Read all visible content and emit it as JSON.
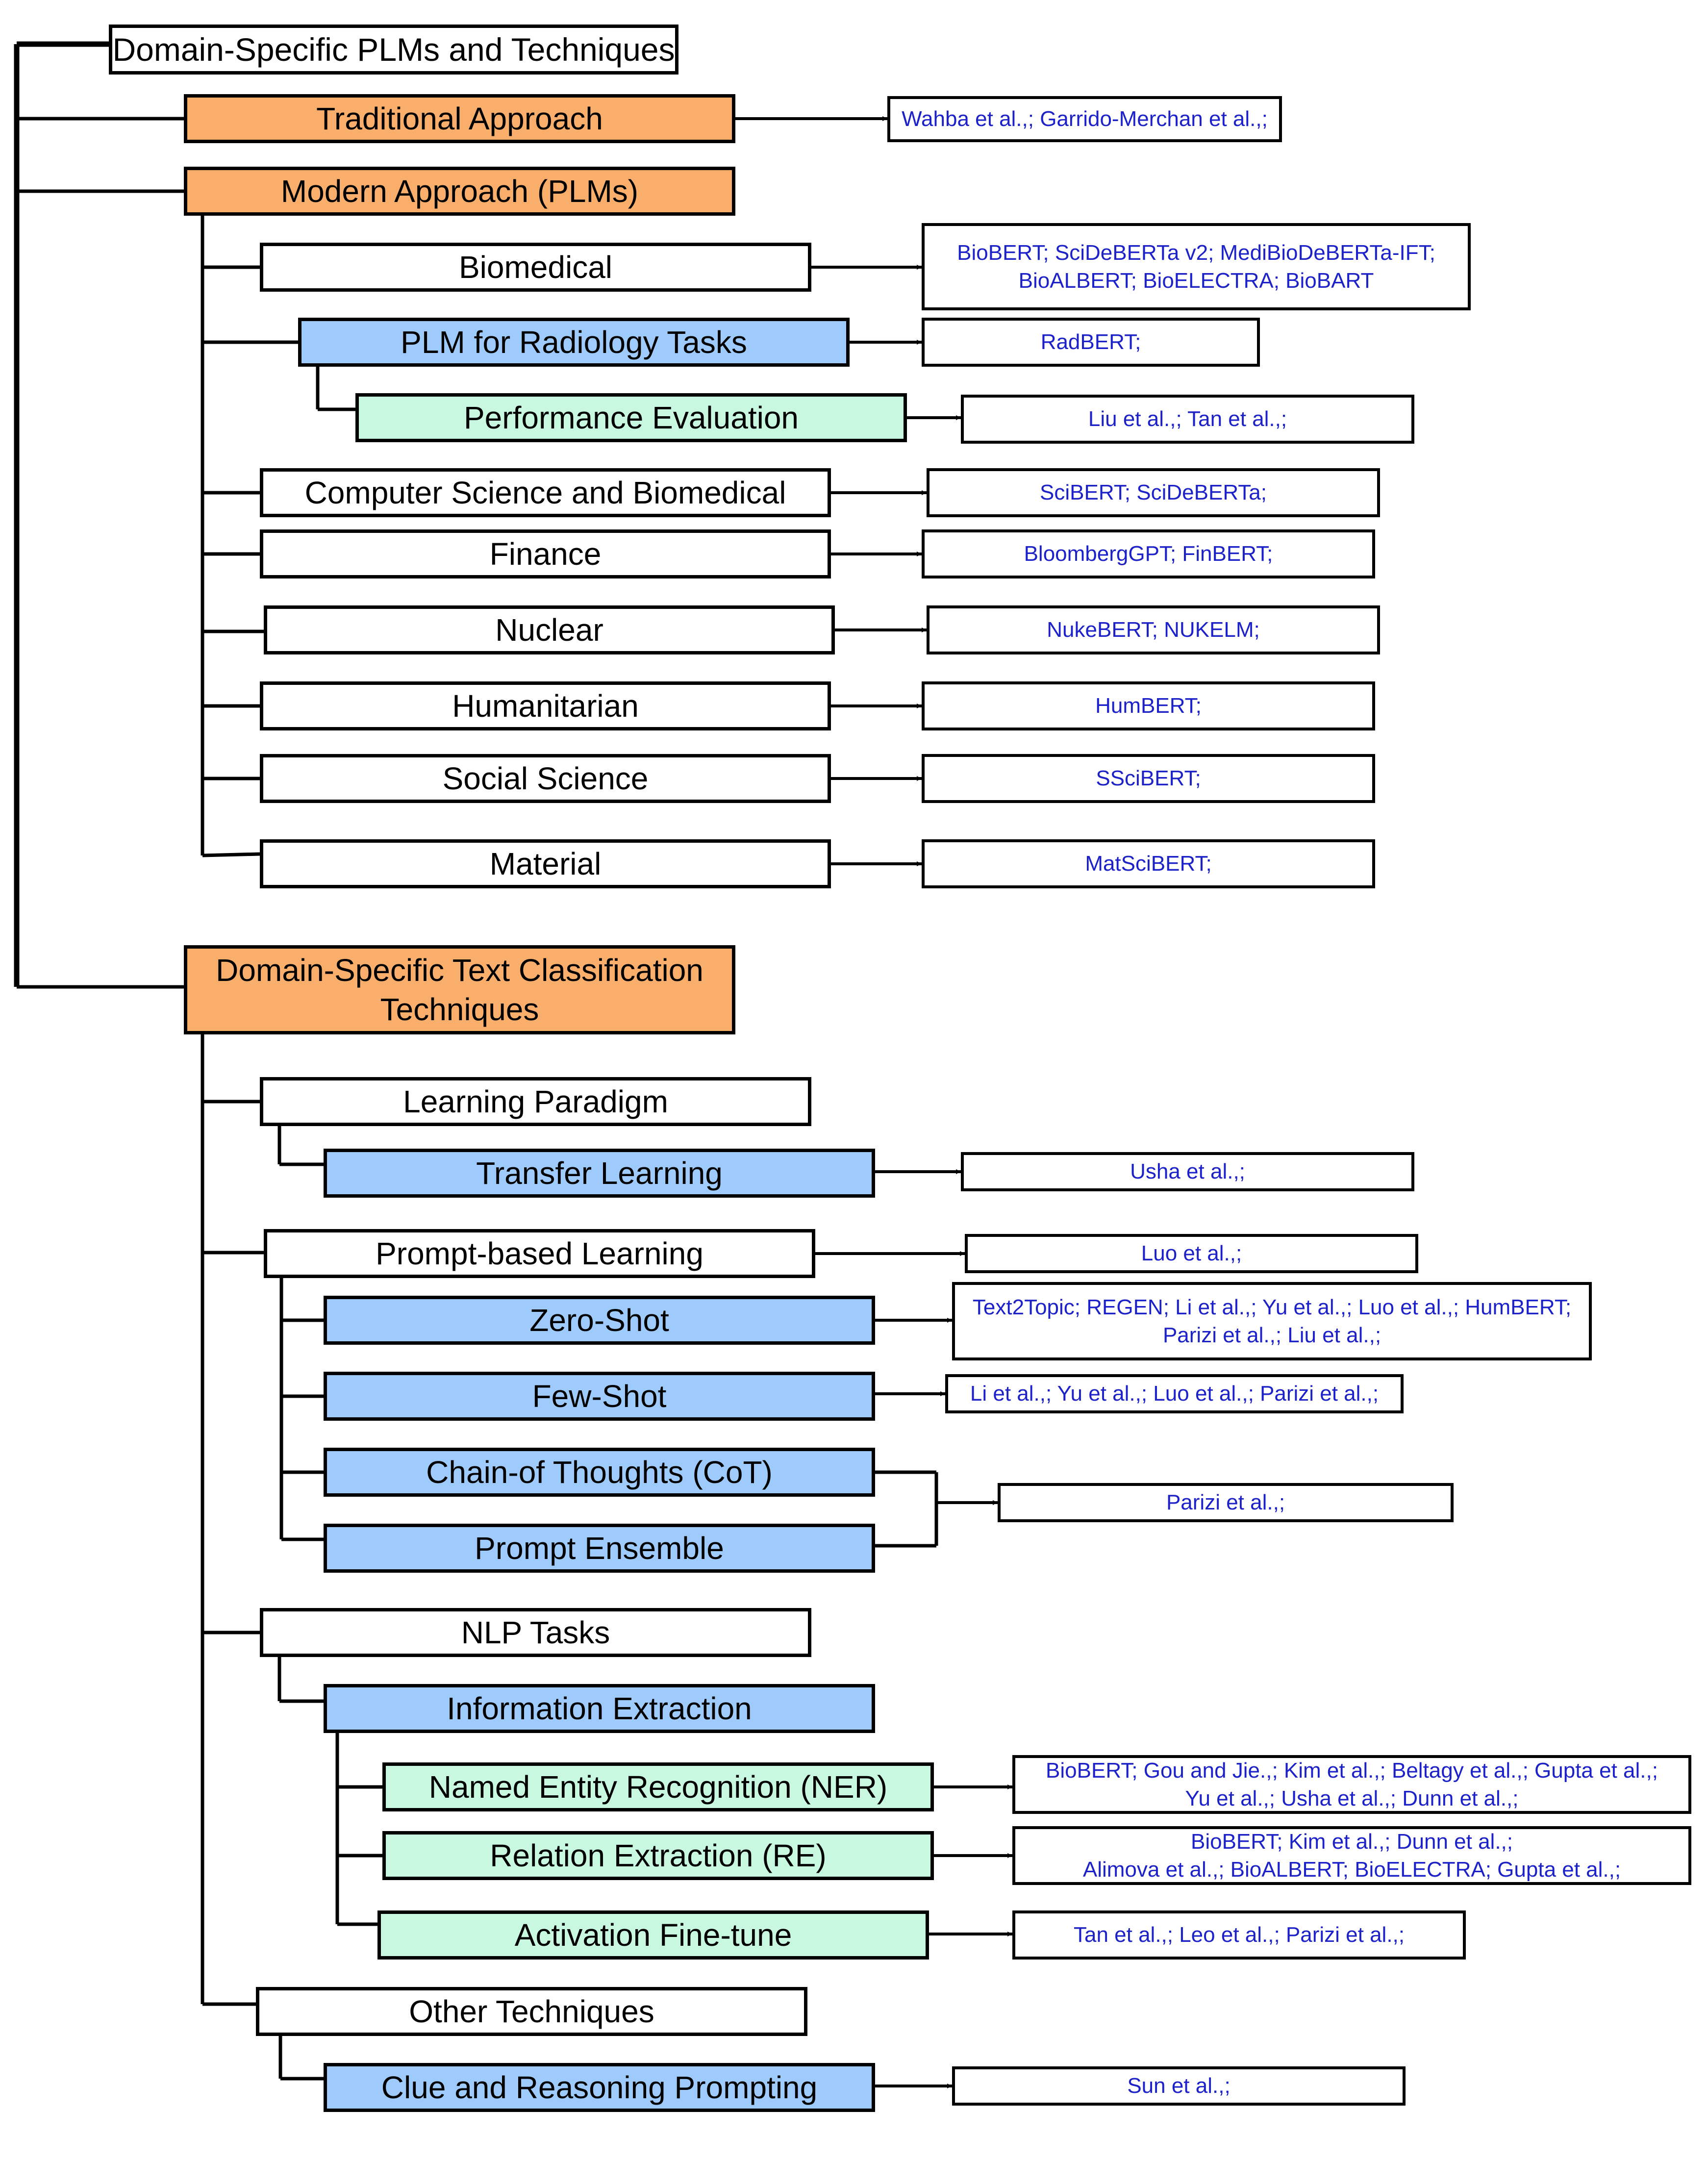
{
  "colors": {
    "line": "#000000",
    "node_white": "#ffffff",
    "node_orange": "#f9ae6b",
    "node_blue": "#9fcbfc",
    "node_green": "#c9f8e1",
    "reference_text": "#1d22c8"
  },
  "root": {
    "label": "Domain-Specific PLMs and Techniques"
  },
  "nodes": {
    "traditional": "Traditional Approach",
    "modern": "Modern Approach (PLMs)",
    "biomedical": "Biomedical",
    "radiology": "PLM for Radiology Tasks",
    "performance_eval": "Performance Evaluation",
    "cs_biomedical": "Computer Science and Biomedical",
    "finance": "Finance",
    "nuclear": "Nuclear",
    "humanitarian": "Humanitarian",
    "social_science": "Social Science",
    "material": "Material",
    "dstc_line1": "Domain-Specific Text Classification",
    "dstc_line2": "Techniques",
    "learning_paradigm": "Learning Paradigm",
    "transfer_learning": "Transfer Learning",
    "prompt_learning": "Prompt-based Learning",
    "zero_shot": "Zero-Shot",
    "few_shot": "Few-Shot",
    "cot": "Chain-of Thoughts (CoT)",
    "prompt_ensemble": "Prompt Ensemble",
    "nlp_tasks": "NLP Tasks",
    "info_extraction": "Information Extraction",
    "ner": "Named Entity Recognition (NER)",
    "re": "Relation Extraction (RE)",
    "activation_finetune": "Activation Fine-tune",
    "other_techniques": "Other Techniques",
    "clue_reasoning": "Clue and Reasoning Prompting"
  },
  "references": {
    "traditional": [
      "Wahba et al.,; Garrido-Merchan et al.,;"
    ],
    "biomedical": [
      "BioBERT; SciDeBERTa v2; MediBioDeBERTa-IFT;",
      "BioALBERT; BioELECTRA; BioBART"
    ],
    "radiology": [
      "RadBERT;"
    ],
    "performance_eval": [
      "Liu et al.,; Tan et al.,;"
    ],
    "cs_biomedical": [
      "SciBERT; SciDeBERTa;"
    ],
    "finance": [
      "BloombergGPT; FinBERT;"
    ],
    "nuclear": [
      "NukeBERT; NUKELM;"
    ],
    "humanitarian": [
      "HumBERT;"
    ],
    "social_science": [
      "SSciBERT;"
    ],
    "material": [
      "MatSciBERT;"
    ],
    "transfer_learning": [
      "Usha et al.,;"
    ],
    "prompt_learning": [
      "Luo et al.,;"
    ],
    "zero_shot": [
      "Text2Topic; REGEN; Li et al.,; Yu et al.,; Luo et al.,; HumBERT;",
      "Parizi et al.,; Liu et al.,;"
    ],
    "few_shot": [
      "Li et al.,; Yu et al.,; Luo et al.,; Parizi et al.,;"
    ],
    "cot_ensemble": [
      "Parizi et al.,;"
    ],
    "ner": [
      "BioBERT; Gou and Jie.,; Kim et al.,; Beltagy et al.,; Gupta et al.,;",
      "Yu et al.,; Usha et al.,; Dunn et al.,;"
    ],
    "re": [
      "BioBERT; Kim et al.,; Dunn et al.,;",
      "Alimova et al.,; BioALBERT; BioELECTRA; Gupta et al.,;"
    ],
    "activation_finetune": [
      "Tan et al.,; Leo et al.,; Parizi et al.,;"
    ],
    "clue_reasoning": [
      "Sun et al.,;"
    ]
  }
}
